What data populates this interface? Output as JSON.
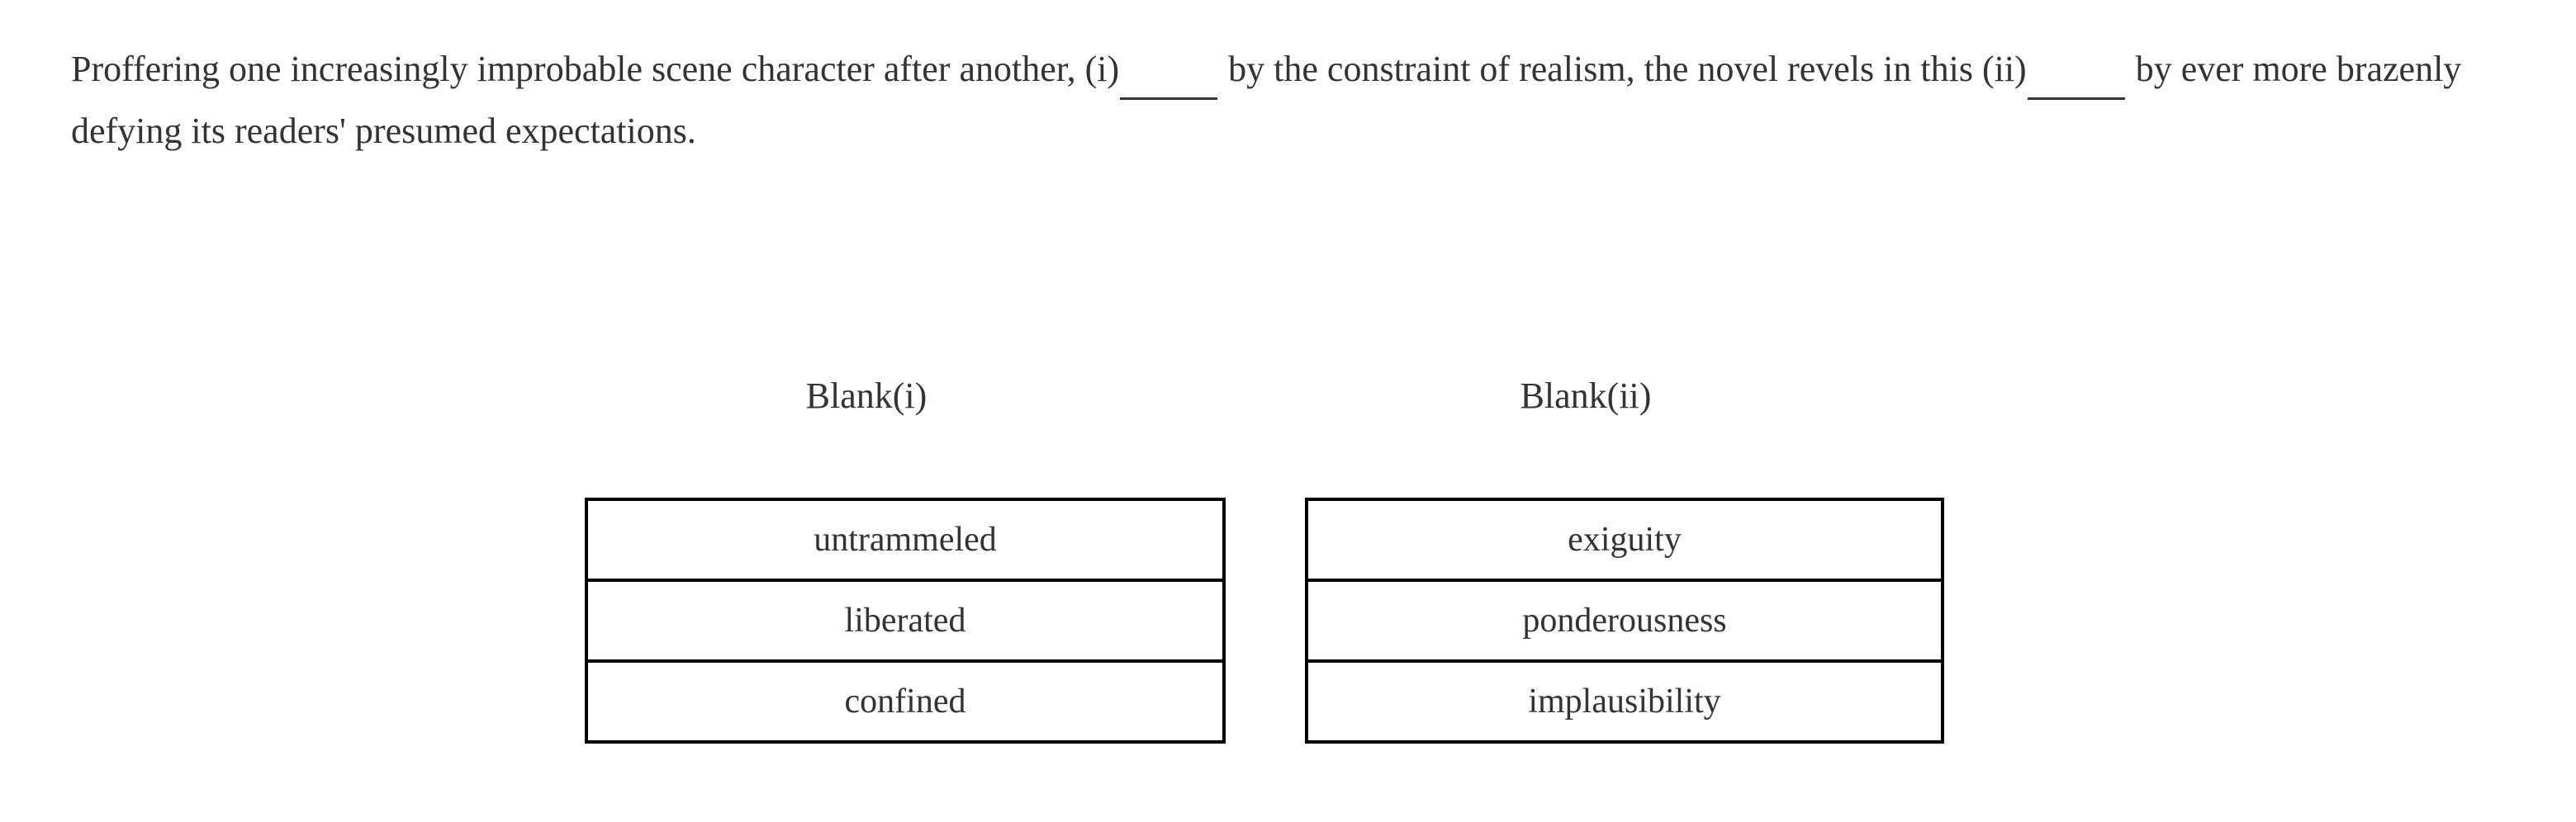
{
  "question": {
    "segments": [
      {
        "type": "text",
        "value": "Proffering one increasingly improbable scene character after another, (i)"
      },
      {
        "type": "blank",
        "value": "_____"
      },
      {
        "type": "text",
        "value": " by the constraint of realism, the novel revels in this (ii)"
      },
      {
        "type": "blank",
        "value": "_____"
      },
      {
        "type": "text",
        "value": " by ever more brazenly defying its readers' presumed expectations."
      }
    ],
    "line1": "Proffering one increasingly improbable scene character after another, (i)_____ by the constraint of realism, the novel revels in this",
    "line2": "(ii)_____ by ever more brazenly defying its readers' presumed expectations.",
    "full_text": "Proffering one increasingly improbable scene character after another, (i)_____ by the constraint of realism, the novel revels in this (ii)_____ by ever more brazenly defying its readers' presumed expectations.",
    "text_before_blank1": "Proffering one increasingly improbable scene character after another, (i)",
    "text_between_blanks": " by the constraint of realism, the novel revels in this (ii)",
    "text_after_blank2": " by ever more brazenly defying its readers' presumed expectations."
  },
  "blanks": [
    {
      "header": "Blank(i)",
      "options": [
        "untrammeled",
        "liberated",
        "confined"
      ]
    },
    {
      "header": "Blank(ii)",
      "options": [
        "exiguity",
        "ponderousness",
        "implausibility"
      ]
    }
  ],
  "colors": {
    "background": "#ffffff",
    "text": "#333333",
    "table_border": "#000000",
    "cell_background": "#ffffff"
  }
}
